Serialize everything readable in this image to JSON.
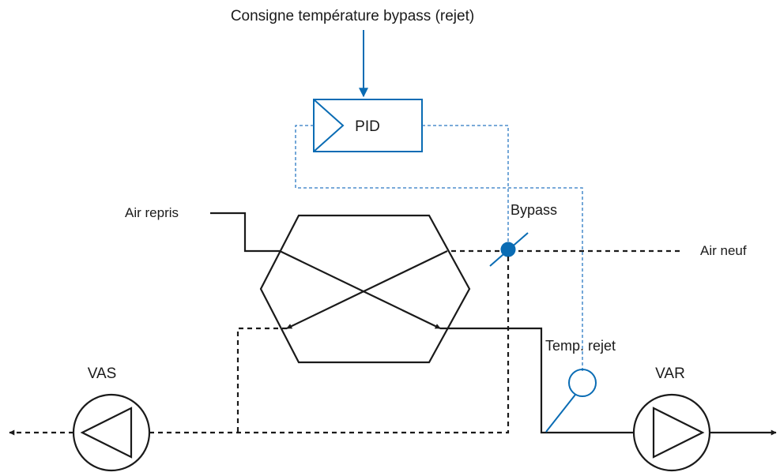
{
  "labels": {
    "setpoint": "Consigne température bypass (rejet)",
    "pid": "PID",
    "air_repris": "Air repris",
    "bypass": "Bypass",
    "air_neuf": "Air neuf",
    "temp_rejet": "Temp. rejet",
    "vas": "VAS",
    "var": "VAR"
  },
  "colors": {
    "line": "#1a1a1a",
    "control": "#0a6cb4",
    "damper_fill": "#0a6cb4"
  },
  "icons": {
    "pid": "pid-controller-icon",
    "exchanger": "heat-exchanger-icon",
    "damper": "bypass-damper-icon",
    "sensor": "temperature-sensor-icon",
    "fan": "fan-icon"
  }
}
